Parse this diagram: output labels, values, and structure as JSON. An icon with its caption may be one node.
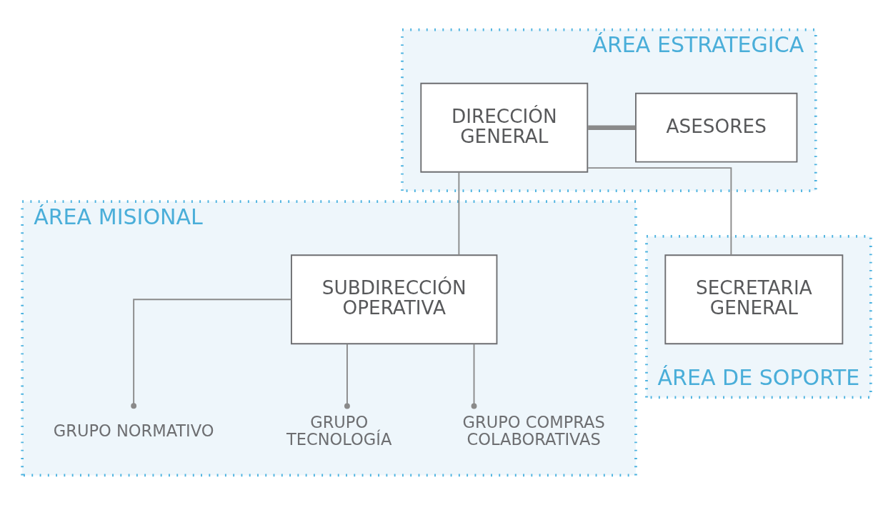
{
  "diagram": {
    "nodes": [
      {
        "text": [
          "ÁREA ESTRATEGICA"
        ]
      },
      {
        "text": [
          "DIRECCIÓN GENERAL"
        ],
        "in": 0
      },
      {
        "text": [
          "ASESORES"
        ],
        "in": 0
      },
      {
        "text": [
          "ÁREA MISIONAL"
        ]
      },
      {
        "text": [
          "SUBDIRECCIÓN OPERATIVA"
        ],
        "in": 3
      },
      {
        "text": [
          "GRUPO NORMATIVO"
        ],
        "in": 3
      },
      {
        "text": [
          "GRUPO TECNOLOGÍA"
        ],
        "in": 3
      },
      {
        "text": [
          "GRUPO COMPRAS COLABORATIVAS"
        ],
        "in": 3
      },
      {
        "text": [
          "ÁREA DE SOPORTE"
        ]
      },
      {
        "text": [
          "SECRETARIA GENERAL"
        ],
        "in": 8
      }
    ],
    "edges": [
      {
        "from": 1,
        "to": 2,
        "arrow": "none",
        "style": "thick"
      },
      {
        "from": 1,
        "to": 4,
        "arrow": "none"
      },
      {
        "from": 1,
        "to": 9,
        "arrow": "none"
      },
      {
        "from": 4,
        "to": 5,
        "arrow": "other"
      },
      {
        "from": 4,
        "to": 6,
        "arrow": "other"
      },
      {
        "from": 4,
        "to": 7,
        "arrow": "other"
      }
    ]
  }
}
